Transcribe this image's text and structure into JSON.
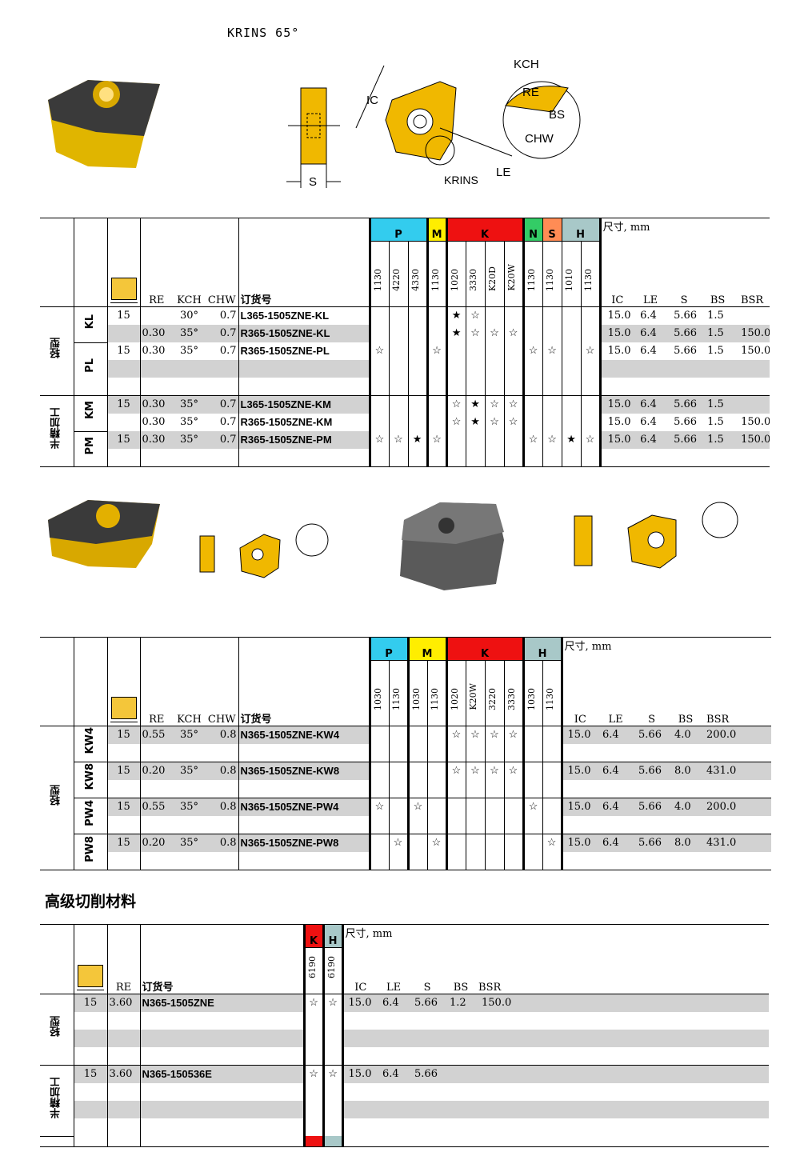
{
  "title": "KRINS  65°",
  "section2_title": "高级切削材料",
  "diagram_labels": [
    "KCH",
    "RE",
    "IC",
    "BS",
    "CHW",
    "LE",
    "KRINS",
    "S"
  ],
  "colors": {
    "P": "#33ccee",
    "M": "#ffee00",
    "K": "#ee1111",
    "N": "#33cc66",
    "S": "#ff8c55",
    "H": "#a8c8c8",
    "insert": "#f0b800",
    "gray": "#d2d2d2"
  },
  "t1": {
    "headers": {
      "re": "RE",
      "kch": "KCH",
      "chw": "CHW",
      "order": "订货号",
      "dims": "尺寸, mm",
      "ic": "IC",
      "le": "LE",
      "s": "S",
      "bs": "BS",
      "bsr": "BSR"
    },
    "iso": [
      "P",
      "M",
      "K",
      "N",
      "S",
      "H"
    ],
    "grades": [
      "1130",
      "4220",
      "4330",
      "1130",
      "1020",
      "3330",
      "K20D",
      "K20W",
      "1130",
      "1130",
      "1010",
      "1130"
    ],
    "groups": [
      "轻型",
      "半精加工"
    ],
    "subs": [
      "KL",
      "PL",
      "KM",
      "PM"
    ],
    "rows": [
      {
        "ic": "15",
        "re": "",
        "kch": "30°",
        "chw": "0.7",
        "code": "L365-1505ZNE-KL",
        "g": [
          "",
          "",
          "",
          "",
          "★",
          "☆",
          "",
          "",
          "",
          "",
          "",
          ""
        ],
        "d": [
          "15.0",
          "6.4",
          "5.66",
          "1.5",
          ""
        ]
      },
      {
        "ic": "",
        "re": "0.30",
        "kch": "35°",
        "chw": "0.7",
        "code": "R365-1505ZNE-KL",
        "g": [
          "",
          "",
          "",
          "",
          "★",
          "☆",
          "☆",
          "☆",
          "",
          "",
          "",
          ""
        ],
        "d": [
          "15.0",
          "6.4",
          "5.66",
          "1.5",
          "150.0"
        ]
      },
      {
        "ic": "15",
        "re": "0.30",
        "kch": "35°",
        "chw": "0.7",
        "code": "R365-1505ZNE-PL",
        "g": [
          "☆",
          "",
          "",
          "☆",
          "",
          "",
          "",
          "",
          "☆",
          "☆",
          "",
          "☆"
        ],
        "d": [
          "15.0",
          "6.4",
          "5.66",
          "1.5",
          "150.0"
        ]
      },
      {
        "ic": "15",
        "re": "0.30",
        "kch": "35°",
        "chw": "0.7",
        "code": "L365-1505ZNE-KM",
        "g": [
          "",
          "",
          "",
          "",
          "☆",
          "★",
          "☆",
          "☆",
          "",
          "",
          "",
          ""
        ],
        "d": [
          "15.0",
          "6.4",
          "5.66",
          "1.5",
          ""
        ]
      },
      {
        "ic": "",
        "re": "0.30",
        "kch": "35°",
        "chw": "0.7",
        "code": "R365-1505ZNE-KM",
        "g": [
          "",
          "",
          "",
          "",
          "☆",
          "★",
          "☆",
          "☆",
          "",
          "",
          "",
          ""
        ],
        "d": [
          "15.0",
          "6.4",
          "5.66",
          "1.5",
          "150.0"
        ]
      },
      {
        "ic": "15",
        "re": "0.30",
        "kch": "35°",
        "chw": "0.7",
        "code": "R365-1505ZNE-PM",
        "g": [
          "☆",
          "☆",
          "★",
          "☆",
          "",
          "",
          "",
          "",
          "☆",
          "☆",
          "★",
          "☆"
        ],
        "d": [
          "15.0",
          "6.4",
          "5.66",
          "1.5",
          "150.0"
        ]
      }
    ]
  },
  "t2": {
    "headers": {
      "re": "RE",
      "kch": "KCH",
      "chw": "CHW",
      "order": "订货号",
      "dims": "尺寸, mm",
      "ic": "IC",
      "le": "LE",
      "s": "S",
      "bs": "BS",
      "bsr": "BSR"
    },
    "iso": [
      "P",
      "M",
      "K",
      "H"
    ],
    "grades": [
      "1030",
      "1130",
      "1030",
      "1130",
      "1020",
      "K20W",
      "3220",
      "3330",
      "1030",
      "1130"
    ],
    "group": "轻型",
    "rows": [
      {
        "sub": "KW4",
        "ic": "15",
        "re": "0.55",
        "kch": "35°",
        "chw": "0.8",
        "code": "N365-1505ZNE-KW4",
        "g": [
          "",
          "",
          "",
          "",
          "☆",
          "☆",
          "☆",
          "☆",
          "",
          ""
        ],
        "d": [
          "15.0",
          "6.4",
          "5.66",
          "4.0",
          "200.0"
        ]
      },
      {
        "sub": "KW8",
        "ic": "15",
        "re": "0.20",
        "kch": "35°",
        "chw": "0.8",
        "code": "N365-1505ZNE-KW8",
        "g": [
          "",
          "",
          "",
          "",
          "☆",
          "☆",
          "☆",
          "☆",
          "",
          ""
        ],
        "d": [
          "15.0",
          "6.4",
          "5.66",
          "8.0",
          "431.0"
        ]
      },
      {
        "sub": "PW4",
        "ic": "15",
        "re": "0.55",
        "kch": "35°",
        "chw": "0.8",
        "code": "N365-1505ZNE-PW4",
        "g": [
          "☆",
          "",
          "☆",
          "",
          "",
          "",
          "",
          "",
          "☆",
          ""
        ],
        "d": [
          "15.0",
          "6.4",
          "5.66",
          "4.0",
          "200.0"
        ]
      },
      {
        "sub": "PW8",
        "ic": "15",
        "re": "0.20",
        "kch": "35°",
        "chw": "0.8",
        "code": "N365-1505ZNE-PW8",
        "g": [
          "",
          "☆",
          "",
          "☆",
          "",
          "",
          "",
          "",
          "",
          "☆"
        ],
        "d": [
          "15.0",
          "6.4",
          "5.66",
          "8.0",
          "431.0"
        ]
      }
    ]
  },
  "t3": {
    "headers": {
      "re": "RE",
      "order": "订货号",
      "dims": "尺寸, mm",
      "ic": "IC",
      "le": "LE",
      "s": "S",
      "bs": "BS",
      "bsr": "BSR"
    },
    "iso": [
      "K",
      "H"
    ],
    "grades": [
      "6190",
      "6190"
    ],
    "groups": [
      "轻型",
      "半精加工"
    ],
    "rows": [
      {
        "ic": "15",
        "re": "3.60",
        "code": "N365-1505ZNE",
        "g": [
          "☆",
          "☆"
        ],
        "d": [
          "15.0",
          "6.4",
          "5.66",
          "1.2",
          "150.0"
        ]
      },
      {
        "ic": "15",
        "re": "3.60",
        "code": "N365-150536E",
        "g": [
          "☆",
          "☆"
        ],
        "d": [
          "15.0",
          "6.4",
          "5.66",
          "",
          ""
        ]
      }
    ]
  }
}
